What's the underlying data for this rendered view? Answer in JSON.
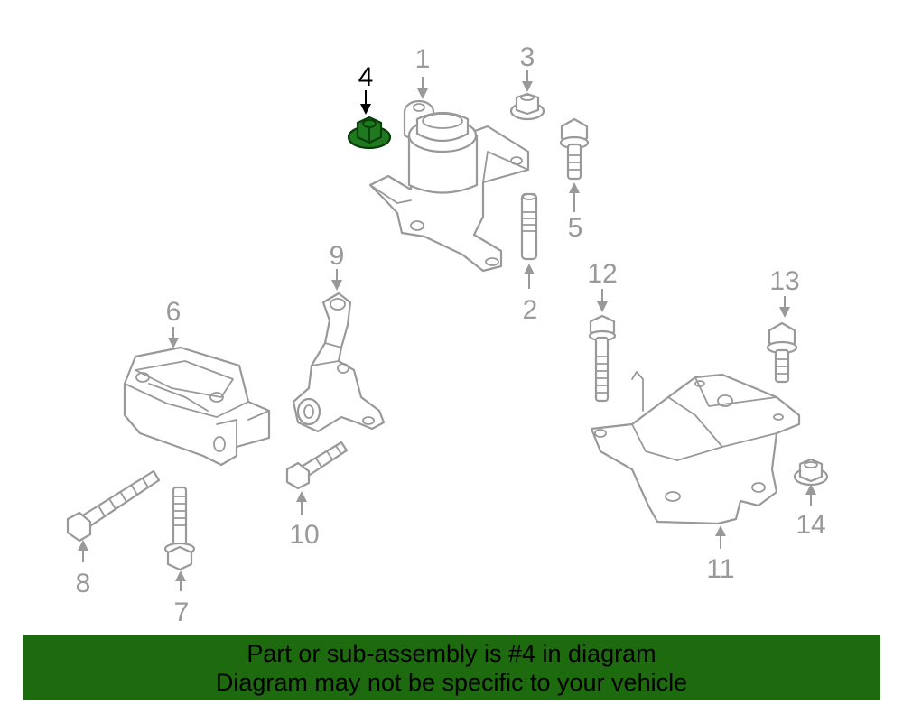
{
  "callouts": {
    "c1": "1",
    "c2": "2",
    "c3": "3",
    "c4": "4",
    "c5": "5",
    "c6": "6",
    "c7": "7",
    "c8": "8",
    "c9": "9",
    "c10": "10",
    "c11": "11",
    "c12": "12",
    "c13": "13",
    "c14": "14"
  },
  "highlighted_part": "4",
  "colors": {
    "highlight_fill": "#1f7a1f",
    "banner_background": "#1d6a0f",
    "line_art": "#999999"
  },
  "banner": {
    "line1": "Part or sub-assembly is #4 in diagram",
    "line2": "Diagram may not be specific to your vehicle"
  }
}
